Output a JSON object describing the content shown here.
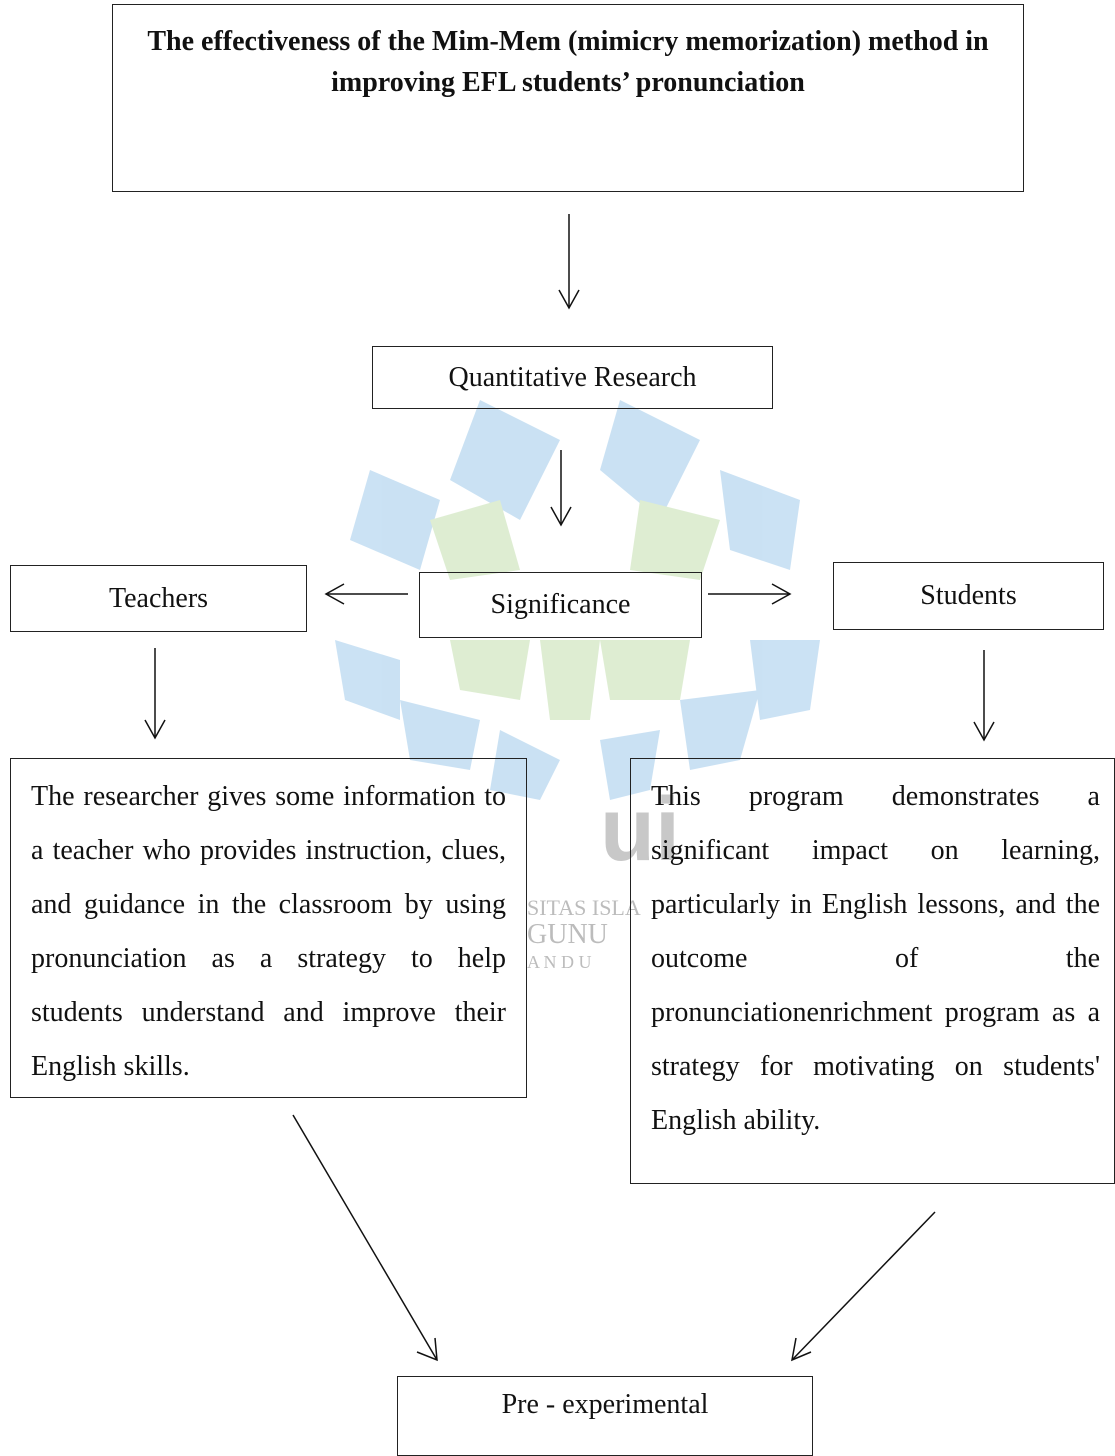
{
  "diagram": {
    "title": "The effectiveness of the Mim-Mem (mimicry memorization) method in improving EFL students’ pronunciation",
    "research_type": "Quantitative Research",
    "significance": "Significance",
    "teachers": "Teachers",
    "students": "Students",
    "teachers_detail": "The researcher gives some information to a teacher who provides instruction, clues, and guidance in the classroom by using pronunciation as a strategy to help students understand and improve their English skills.",
    "students_detail": "This program demonstrates a significant impact on learning, particularly in English lessons, and the outcome of the pronunciationenrichment program as a strategy for motivating on students' English ability.",
    "result": "Pre - experimental"
  },
  "watermark": {
    "text_line1": "SITAS ISLA",
    "text_line2": "GUNU",
    "text_line3": "A N D U",
    "colors": {
      "blue": "#b9d8f0",
      "green": "#d3e7c4",
      "gray": "#9a9a9a"
    }
  }
}
